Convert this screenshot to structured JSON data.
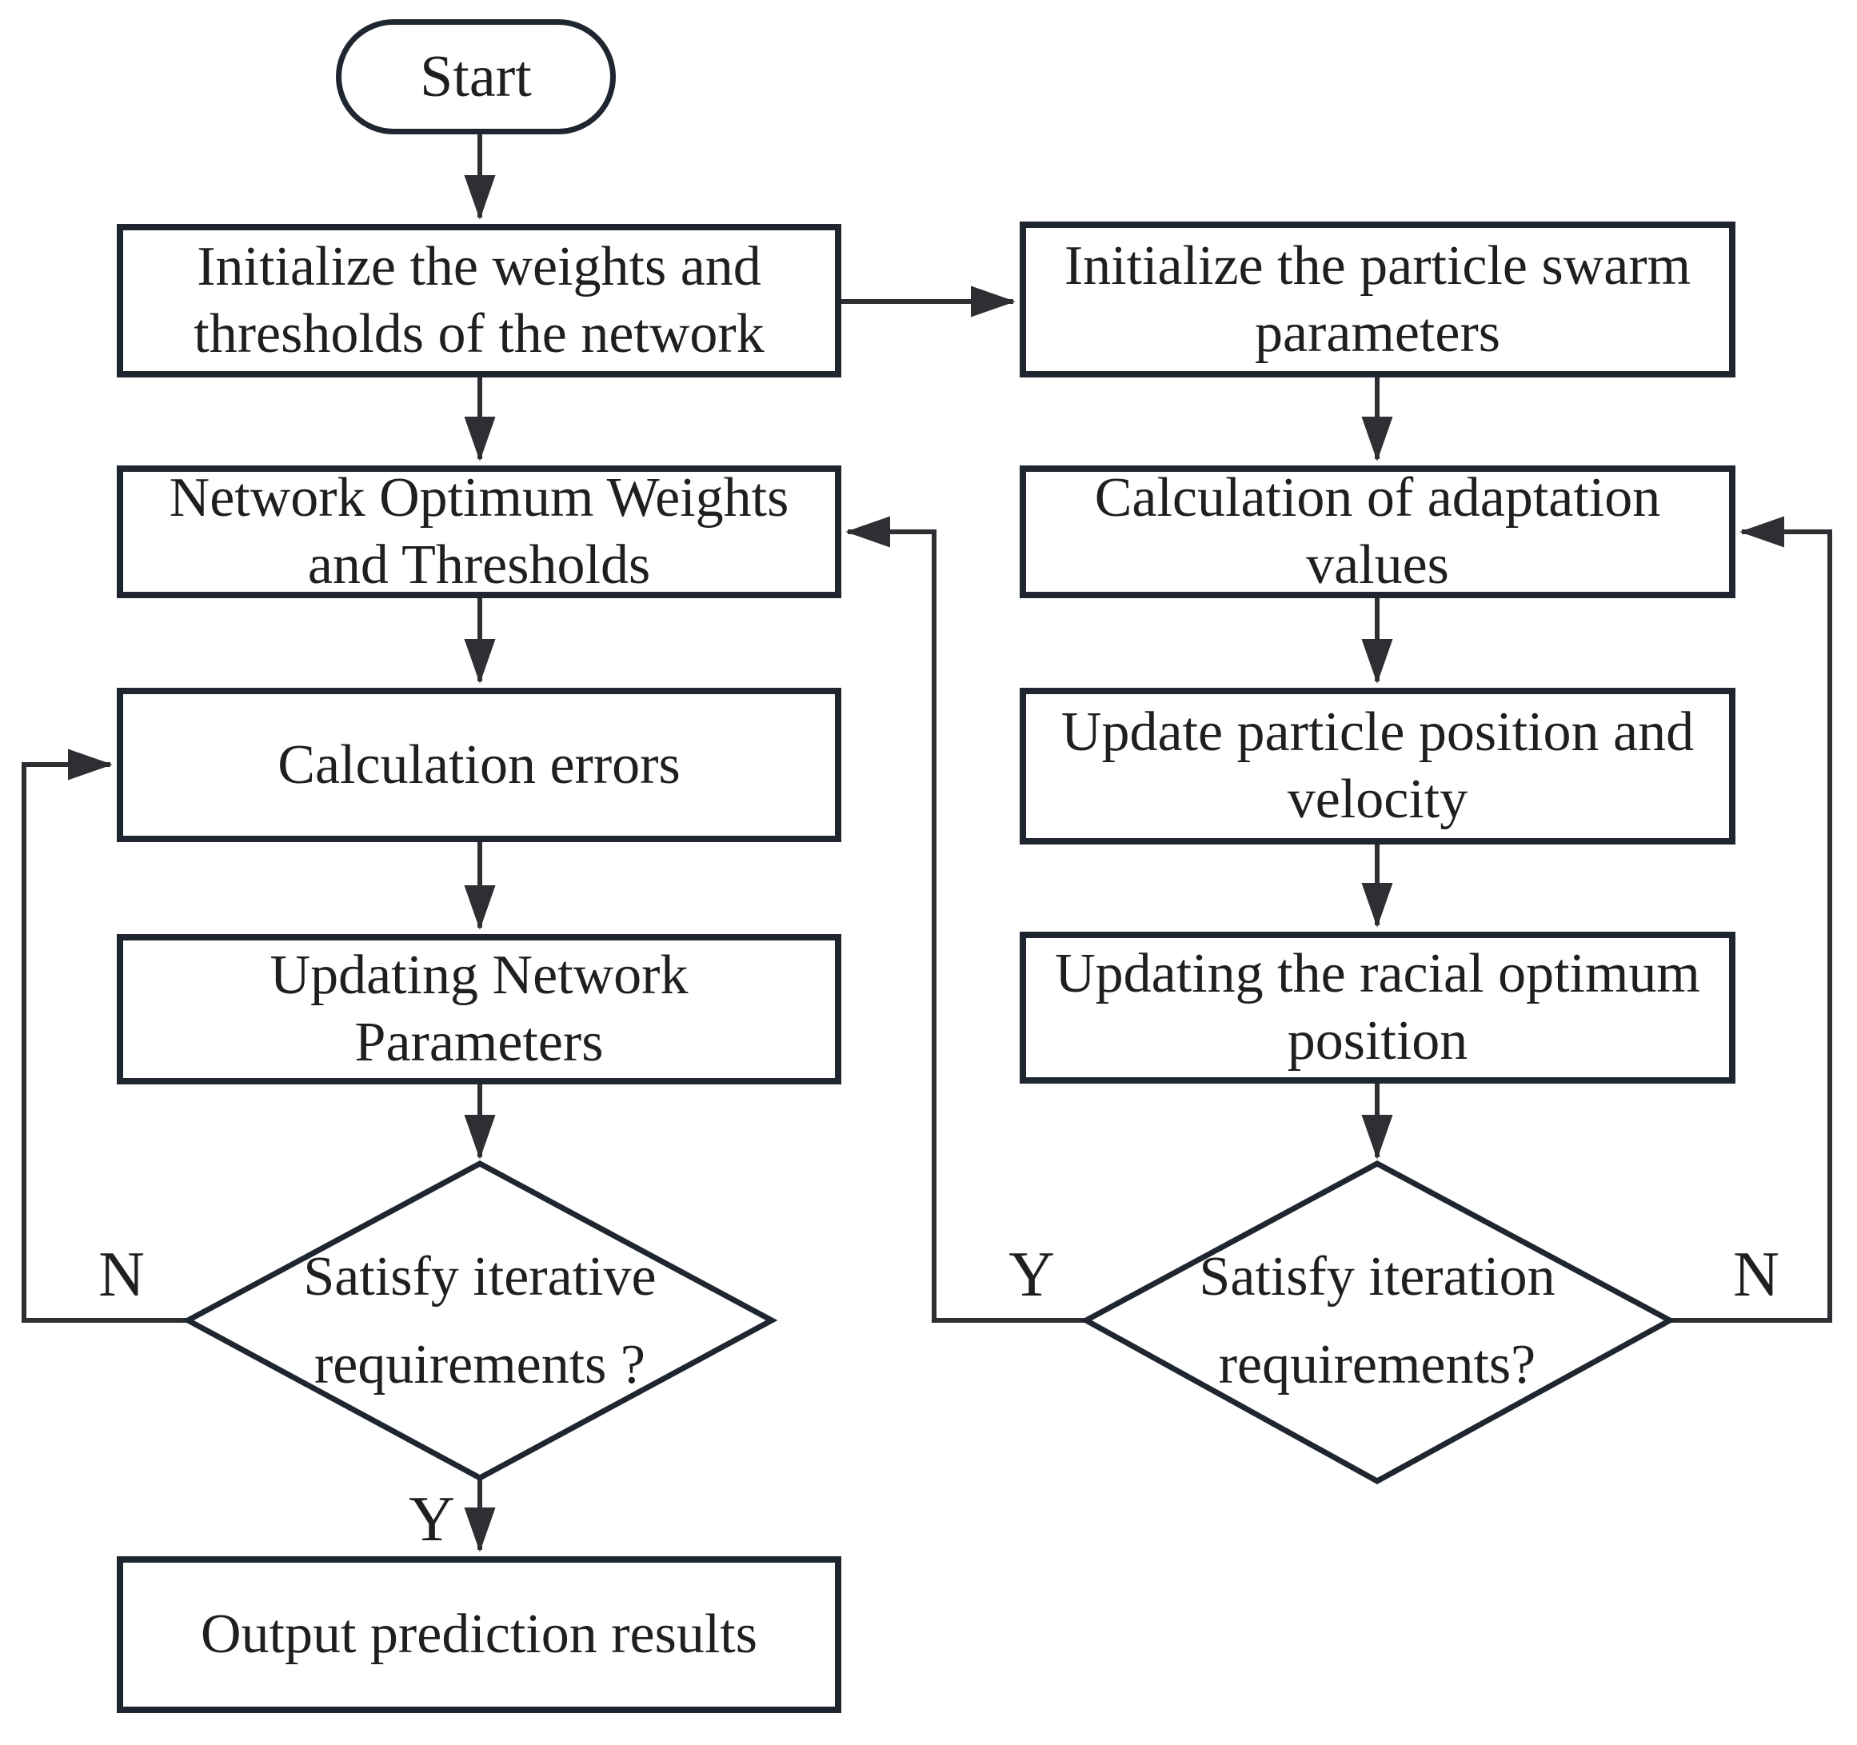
{
  "colors": {
    "node_border": "#1f2630",
    "connector": "#2e2e33",
    "text": "#1f1f1f",
    "background": "#ffffff"
  },
  "nodes": {
    "start": {
      "label": "Start"
    },
    "init_weights": {
      "lines": [
        "Initialize the weights and",
        "thresholds of the network"
      ]
    },
    "init_pso": {
      "lines": [
        "Initialize the particle swarm",
        "parameters"
      ]
    },
    "optimum_weights": {
      "lines": [
        "Network Optimum Weights",
        "and Thresholds"
      ]
    },
    "adaptation_values": {
      "lines": [
        "Calculation of adaptation",
        "values"
      ]
    },
    "calc_errors": {
      "label": "Calculation errors"
    },
    "update_particle": {
      "lines": [
        "Update particle position and",
        "velocity"
      ]
    },
    "update_network": {
      "lines": [
        "Updating Network",
        "Parameters"
      ]
    },
    "update_racial": {
      "lines": [
        "Updating the racial optimum",
        "position"
      ]
    },
    "decision_left": {
      "lines": [
        "Satisfy iterative",
        "requirements ?"
      ]
    },
    "decision_right": {
      "lines": [
        "Satisfy iteration",
        "requirements?"
      ]
    },
    "output_results": {
      "label": "Output prediction results"
    }
  },
  "edge_labels": {
    "left_no": "N",
    "left_yes": "Y",
    "right_yes": "Y",
    "right_no": "N"
  }
}
